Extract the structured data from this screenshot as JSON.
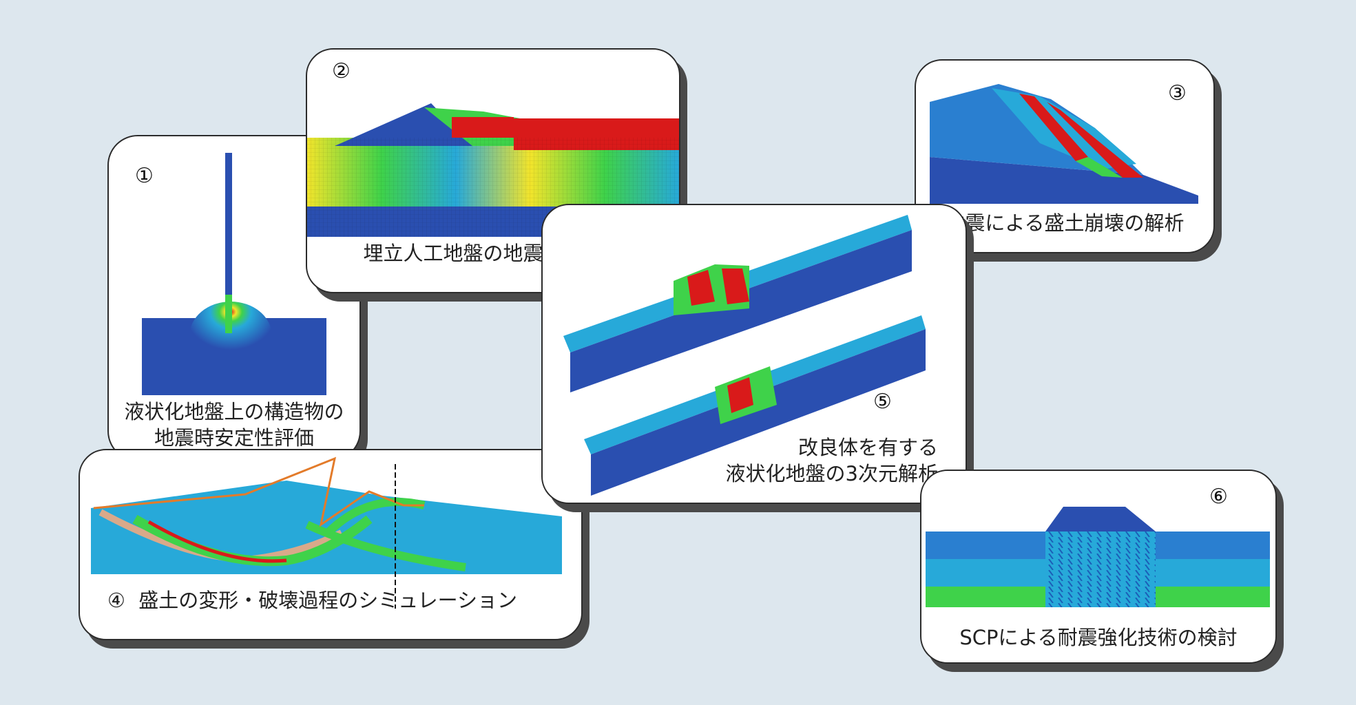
{
  "panels": [
    {
      "number": "①",
      "caption_lines": [
        "液状化地盤上の構造物の",
        "地震時安定性評価"
      ]
    },
    {
      "number": "②",
      "caption_lines": [
        "埋立人工地盤の地震応答解析"
      ]
    },
    {
      "number": "③",
      "caption_lines": [
        "地震による盛土崩壊の解析"
      ]
    },
    {
      "number": "④",
      "caption_lines": [
        "盛土の変形・破壊過程のシミュレーション"
      ]
    },
    {
      "number": "⑤",
      "caption_lines": [
        "改良体を有する",
        "液状化地盤の3次元解析"
      ]
    },
    {
      "number": "⑥",
      "caption_lines": [
        "SCPによる耐震強化技術の検討"
      ]
    }
  ],
  "colors": {
    "background": "#dde7ee",
    "field_blue": "#2a4fb0",
    "field_cyan": "#27a9d9",
    "field_green": "#3fd24a",
    "field_red": "#d91a1a",
    "failure_line": "#e37b2a"
  }
}
